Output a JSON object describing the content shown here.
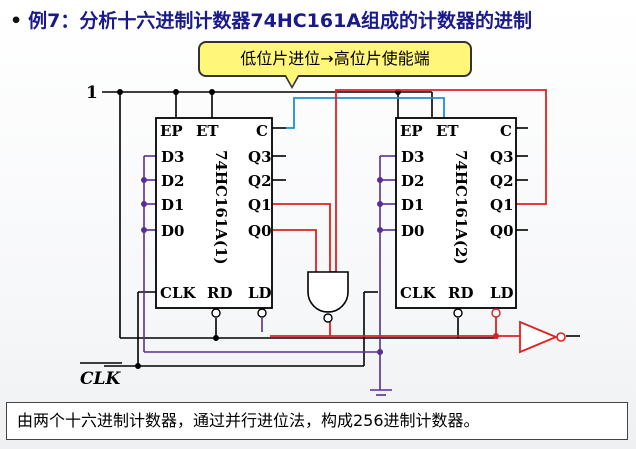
{
  "heading": {
    "bullet": "•",
    "text": "例7：分析十六进制计数器74HC161A组成的计数器的进制"
  },
  "callout": "低位片进位→高位片使能端",
  "chip1": {
    "name": "74HC161A(1)",
    "pins": {
      "ep": "EP",
      "et": "ET",
      "c": "C",
      "d3": "D3",
      "d2": "D2",
      "d1": "D1",
      "d0": "D0",
      "q3": "Q3",
      "q2": "Q2",
      "q1": "Q1",
      "q0": "Q0",
      "clk": "CLK",
      "rd": "RD",
      "ld": "LD"
    }
  },
  "chip2": {
    "name": "74HC161A(2)",
    "pins": {
      "ep": "EP",
      "et": "ET",
      "c": "C",
      "d3": "D3",
      "d2": "D2",
      "d1": "D1",
      "d0": "D0",
      "q3": "Q3",
      "q2": "Q2",
      "q1": "Q1",
      "q0": "Q0",
      "clk": "CLK",
      "rd": "RD",
      "ld": "LD"
    }
  },
  "labels": {
    "logic_one": "1",
    "clock": "CLK"
  },
  "summary": "由两个十六进制计数器，通过并行进位法，构成256进制计数器。",
  "colors": {
    "wire": "#000000",
    "carry": "#1a8fd6",
    "feedback": "#e02020",
    "bus": "#5a2d91",
    "title": "#1a1a8c"
  }
}
